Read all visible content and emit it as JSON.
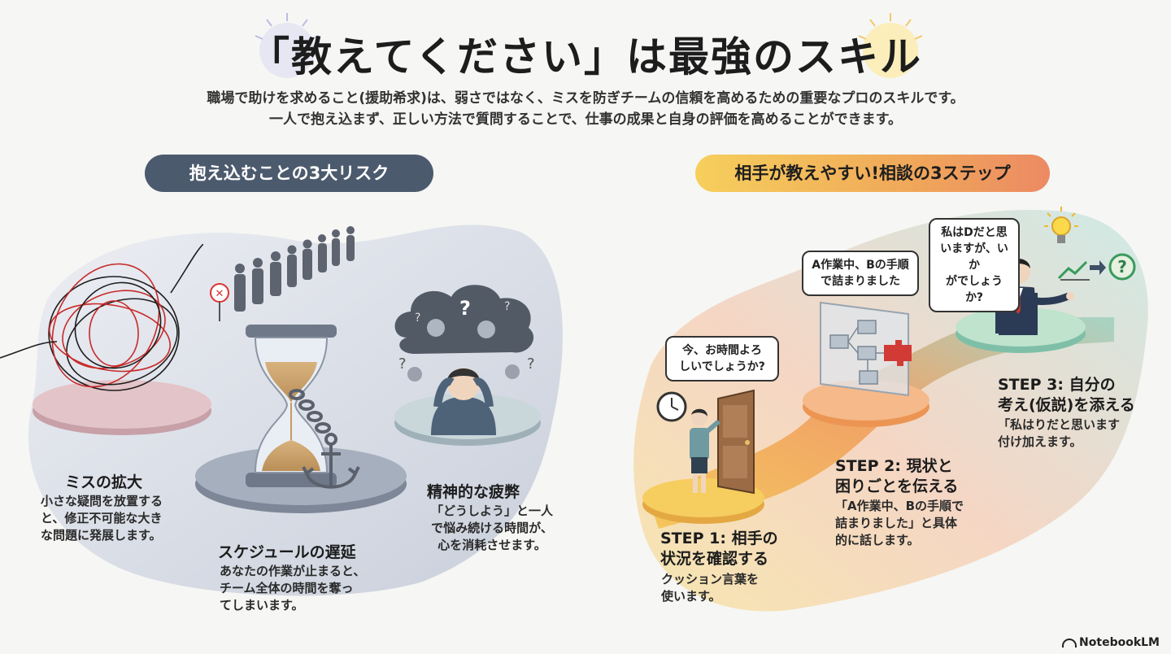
{
  "header": {
    "title": "「教えてください」は最強のスキル",
    "subtitle_line1": "職場で助けを求めること(援助希求)は、弱さではなく、ミスを防ぎチームの信頼を高めるための重要なプロのスキルです。",
    "subtitle_line2": "一人で抱え込まず、正しい方法で質問することで、仕事の成果と自身の評価を高めることができます。"
  },
  "left_section": {
    "heading": "抱え込むことの3大リスク",
    "risks": [
      {
        "title": "ミスの拡大",
        "lines": [
          "小さな疑問を放置する",
          "と、修正不可能な大き",
          "な問題に発展します。"
        ]
      },
      {
        "title": "スケジュールの遅延",
        "lines": [
          "あなたの作業が止まると、",
          "チーム全体の時間を奪っ",
          "てしまいます。"
        ]
      },
      {
        "title": "精神的な疲弊",
        "lines": [
          "「どうしよう」と一人",
          "で悩み続ける時間が、",
          "心を消耗させます。"
        ]
      }
    ]
  },
  "right_section": {
    "heading": "相手が教えやすい!相談の3ステップ",
    "steps": [
      {
        "title_lines": [
          "STEP 1: 相手の",
          "状況を確認する"
        ],
        "lines": [
          "クッション言葉を",
          "使います。"
        ],
        "bubble": [
          "今、お時間よろ",
          "しいでしょうか?"
        ]
      },
      {
        "title_lines": [
          "STEP 2: 現状と",
          "困りごとを伝える"
        ],
        "lines": [
          "「A作業中、Bの手順で",
          "詰まりました」と具体",
          "的に話します。"
        ],
        "bubble": [
          "A作業中、Bの手順",
          "で詰まりました"
        ]
      },
      {
        "title_lines": [
          "STEP 3: 自分の",
          "考え(仮説)を添える"
        ],
        "lines": [
          "「私はりだと思います",
          "付け加えます。"
        ],
        "bubble": [
          "私はDだと思",
          "いますが、いか",
          "がでしょうか?"
        ]
      }
    ]
  },
  "footer": {
    "brand": "NotebookLM"
  },
  "colors": {
    "dark_pill": "#4c5a6e",
    "accent_orange": "#f0a85a",
    "accent_yellow": "#f6cf5c"
  },
  "icons": [
    "tangled-thread-icon",
    "hourglass-icon",
    "anchor-icon",
    "queue-people-icon",
    "storm-cloud-icon",
    "stressed-person-icon",
    "clock-icon",
    "door-icon",
    "flowchart-icon",
    "lightbulb-icon",
    "question-circle-icon"
  ]
}
